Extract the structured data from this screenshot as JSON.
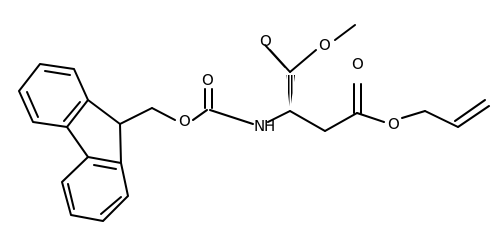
{
  "molecule": {
    "atom_labels": {
      "o_carbamate_carbonyl": "O",
      "o_carbamate_ester": "O",
      "n_amide": "N",
      "h_amide": "H",
      "o_methyl_ester_carbonyl": "O",
      "o_methyl_ester": "O",
      "o_allyl_ester_carbonyl": "O",
      "o_allyl_ester": "O"
    }
  }
}
